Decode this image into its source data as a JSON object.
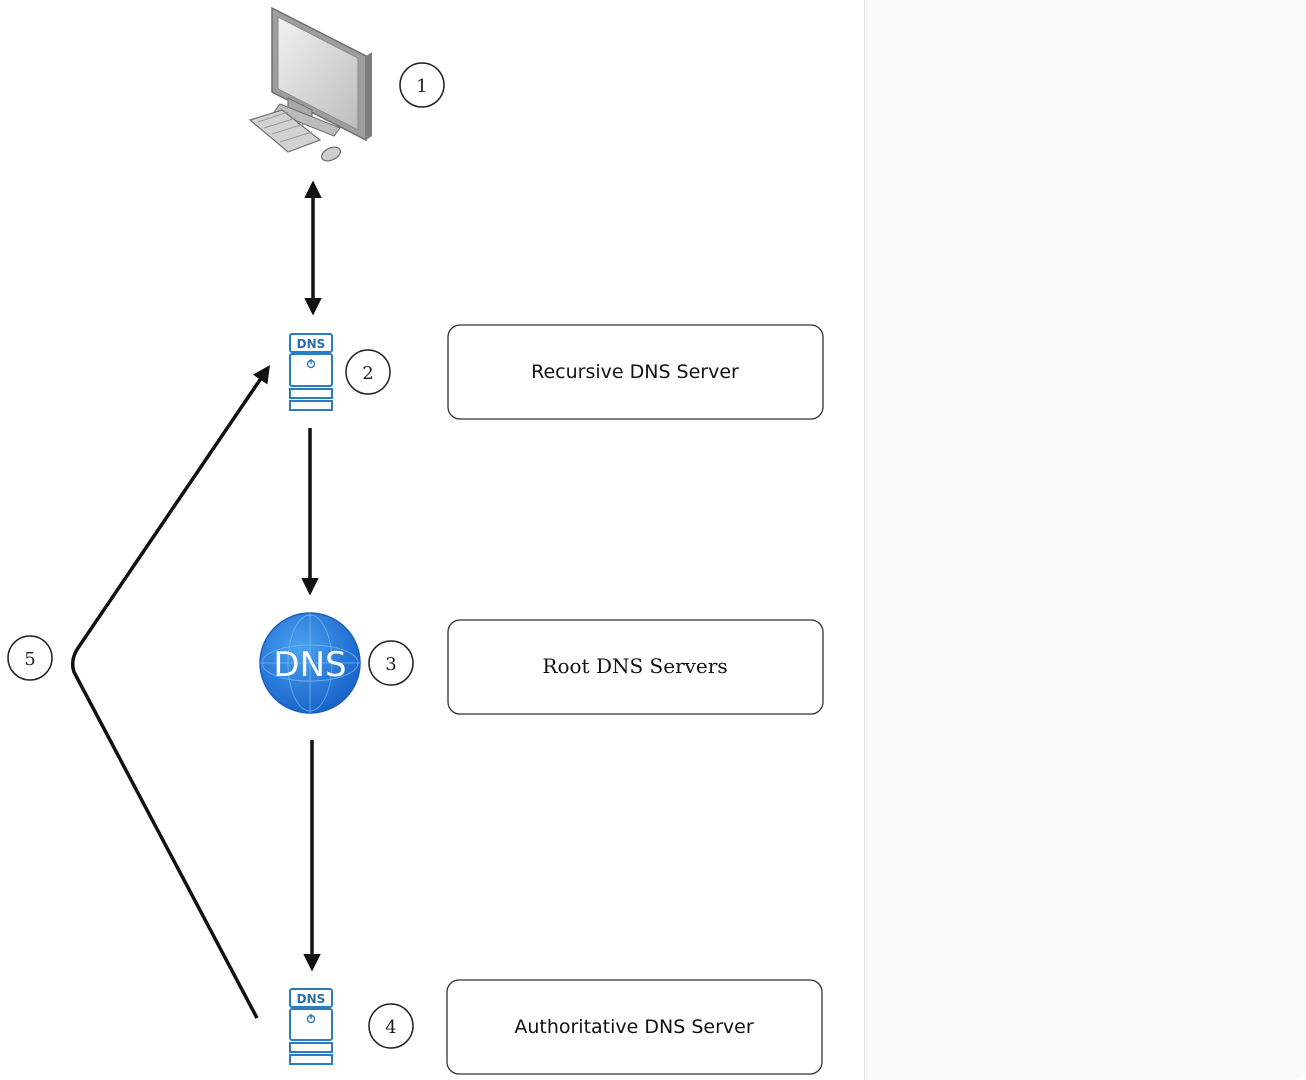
{
  "diagram": {
    "step_numbers": {
      "client": "1",
      "recursive": "2",
      "root": "3",
      "authoritative": "4",
      "return": "5"
    },
    "boxes": {
      "recursive": "Recursive DNS Server",
      "root": "Root DNS Servers",
      "authoritative": "Authoritative DNS Server"
    },
    "icons": {
      "client": "desktop-computer-icon",
      "recursive": "dns-server-icon",
      "root": "dns-globe-icon",
      "authoritative": "dns-server-icon"
    },
    "icon_text": {
      "recursive": "DNS",
      "root": "DNS",
      "authoritative": "DNS"
    },
    "colors": {
      "server_blue": "#2a7bbf",
      "globe_blue": "#1f6fd6",
      "arrow": "#111111",
      "box_border": "#333333"
    }
  }
}
